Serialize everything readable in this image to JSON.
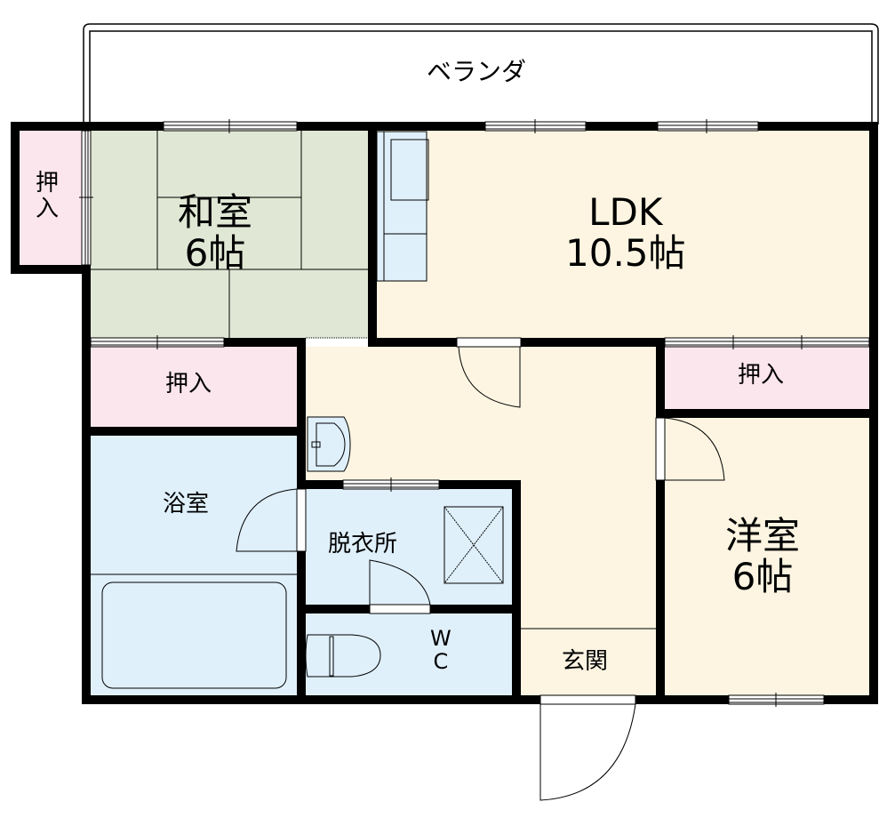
{
  "title": "2LDK floor plan",
  "colors": {
    "wall": "#000000",
    "washitsu": "#e0e8d5",
    "ldk": "#fdf5e2",
    "oshiire": "#fce6ee",
    "water": "#dff0fb",
    "hall": "#fdf5e2",
    "balcony": "#ffffff"
  },
  "rooms": {
    "balcony": {
      "label": "ベランダ"
    },
    "washitsu": {
      "name": "和室",
      "size": "6帖"
    },
    "ldk": {
      "name": "LDK",
      "size": "10.5帖"
    },
    "oshiire_left": {
      "label_top": "押",
      "label_bottom": "入"
    },
    "oshiire_mid": {
      "label": "押入"
    },
    "oshiire_right": {
      "label": "押入"
    },
    "bath": {
      "label": "浴室"
    },
    "dressing": {
      "label": "脱衣所"
    },
    "wc": {
      "label_top": "W",
      "label_bottom": "C"
    },
    "entrance": {
      "label": "玄関"
    },
    "youshitsu": {
      "name": "洋室",
      "size": "6帖"
    }
  }
}
